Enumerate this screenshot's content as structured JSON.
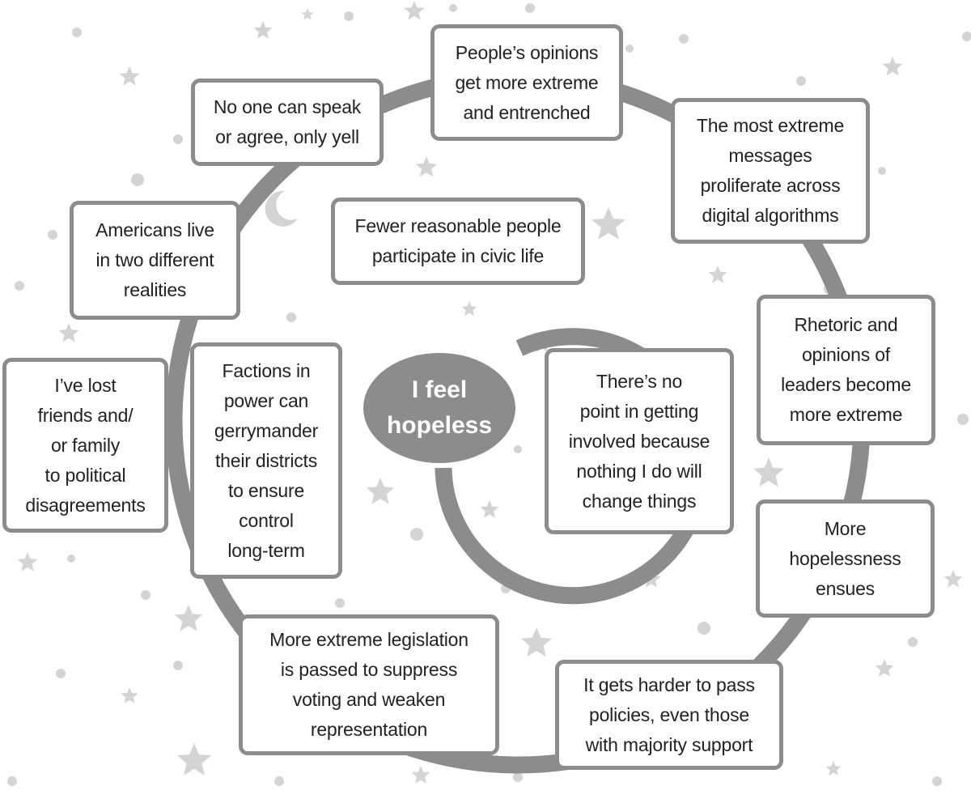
{
  "diagram": {
    "center_label": "I feel\nhopeless",
    "outer_cycle": [
      "People’s opinions\nget more extreme\nand entrenched",
      "The most extreme\nmessages\nproliferate across\ndigital algorithms",
      "Rhetoric and\nopinions of\nleaders become\nmore extreme",
      "More\nhopelessness\nensues",
      "It gets harder to pass\npolicies, even those\nwith majority support",
      "More extreme legislation\nis passed to suppress\nvoting and weaken\nrepresentation",
      "I’ve lost\nfriends and/\nor family\nto political\ndisagreements",
      "Americans live\nin two different\nrealities",
      "No one can speak\nor agree, only yell"
    ],
    "inner_cycle": [
      "Fewer reasonable people\nparticipate in civic life",
      "There’s no\npoint in getting\ninvolved because\nnothing I do will\nchange things",
      "Factions in\npower can\ngerrymander\ntheir districts\nto ensure\ncontrol\nlong-term"
    ]
  },
  "colors": {
    "ring": "#8c8c8c",
    "star": "#d4d4d4",
    "box_border": "#8c8c8c",
    "text": "#222222"
  }
}
